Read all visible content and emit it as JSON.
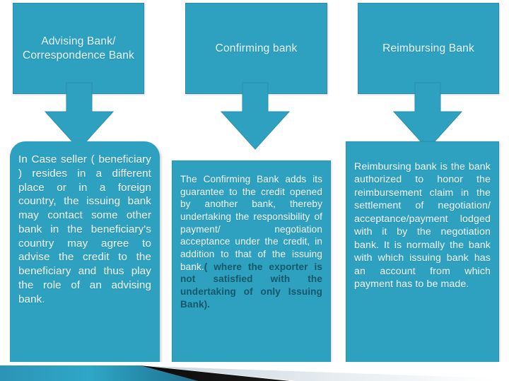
{
  "slide": {
    "background_color": "#ffffff",
    "accent_color": "#2FA1C0",
    "accent_border_color": "#2B93B1",
    "text_color": "#F2FAFD",
    "emphasis_color": "#16586B"
  },
  "top_boxes": [
    {
      "label": "Advising Bank/ Correspondence Bank"
    },
    {
      "label": "Confirming bank"
    },
    {
      "label": "Reimbursing Bank"
    }
  ],
  "arrows": [
    {
      "icon": "arrow-down-icon"
    },
    {
      "icon": "arrow-down-icon"
    },
    {
      "icon": "arrow-down-icon"
    }
  ],
  "body_boxes": [
    {
      "text": "In Case seller ( beneficiary ) resides in a different place or in a foreign country, the issuing bank may contact some other bank in the beneficiary's country may agree to advise the credit to the beneficiary and thus play the role of an advising bank."
    },
    {
      "text": "The Confirming Bank adds its guarantee to the credit opened by another bank, thereby undertaking the responsibility of payment/ negotiation acceptance under the credit, in addition to that of the issuing bank.",
      "emphasis": "( where the exporter is not satisfied with the undertaking of only Issuing Bank)."
    },
    {
      "text": "Reimbursing bank is the bank authorized to honor the reimbursement claim in the settlement of negotiation/ acceptance/payment lodged with it by the negotiation bank. It is normally the bank with which issuing bank has an account from which payment has to be made."
    }
  ],
  "footer": {
    "name": "decorative-footer-band"
  }
}
